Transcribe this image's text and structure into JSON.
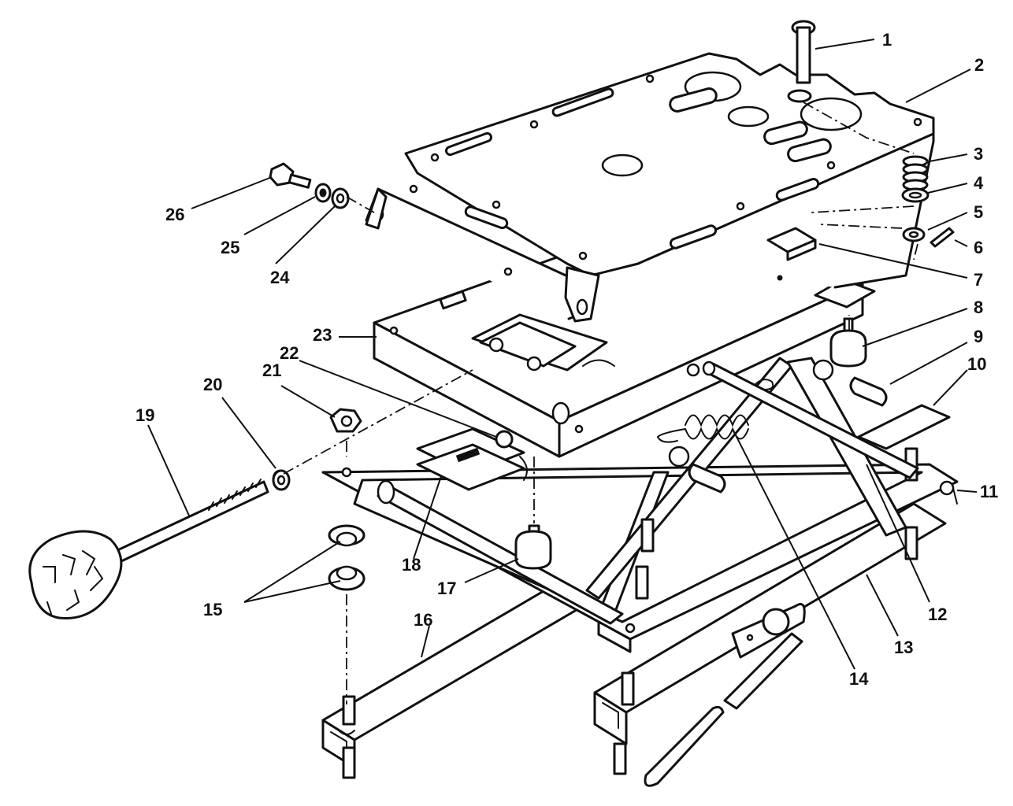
{
  "diagram": {
    "background": "#ffffff",
    "line_color": "#111111",
    "callouts": [
      {
        "id": "1",
        "label": "1"
      },
      {
        "id": "2",
        "label": "2"
      },
      {
        "id": "3",
        "label": "3"
      },
      {
        "id": "4",
        "label": "4"
      },
      {
        "id": "5",
        "label": "5"
      },
      {
        "id": "6",
        "label": "6"
      },
      {
        "id": "7",
        "label": "7"
      },
      {
        "id": "8",
        "label": "8"
      },
      {
        "id": "9",
        "label": "9"
      },
      {
        "id": "10",
        "label": "10"
      },
      {
        "id": "11",
        "label": "11"
      },
      {
        "id": "12",
        "label": "12"
      },
      {
        "id": "13",
        "label": "13"
      },
      {
        "id": "14",
        "label": "14"
      },
      {
        "id": "15",
        "label": "15"
      },
      {
        "id": "16",
        "label": "16"
      },
      {
        "id": "17",
        "label": "17"
      },
      {
        "id": "18",
        "label": "18"
      },
      {
        "id": "19",
        "label": "19"
      },
      {
        "id": "20",
        "label": "20"
      },
      {
        "id": "21",
        "label": "21"
      },
      {
        "id": "22",
        "label": "22"
      },
      {
        "id": "23",
        "label": "23"
      },
      {
        "id": "24",
        "label": "24"
      },
      {
        "id": "25",
        "label": "25"
      },
      {
        "id": "26",
        "label": "26"
      }
    ]
  }
}
